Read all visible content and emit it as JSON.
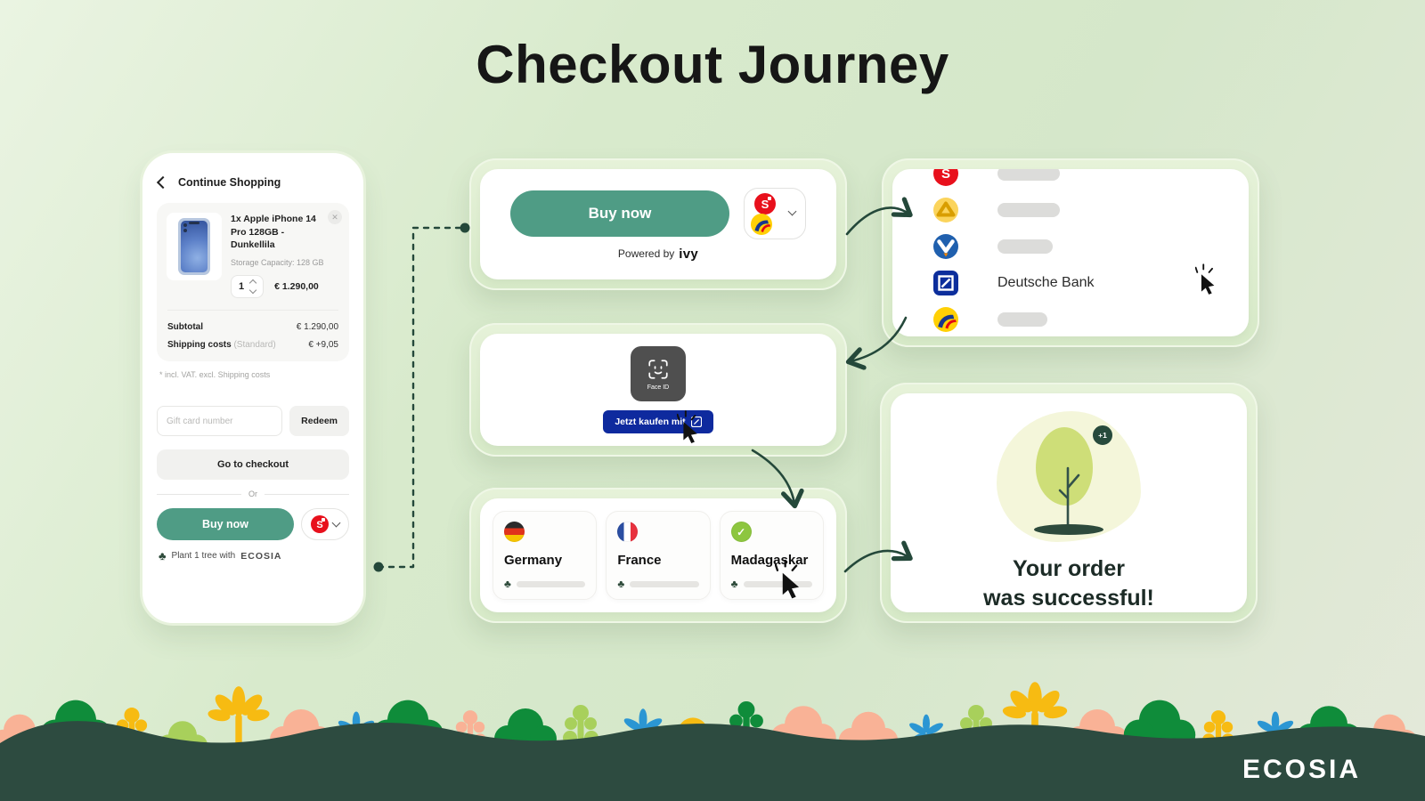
{
  "title": "Checkout Journey",
  "colors": {
    "accent_teal": "#4f9c85",
    "dark_green": "#24483a",
    "footer_green": "#2d4b40",
    "sparkasse_red": "#e8101c",
    "deutsche_bank_blue": "#0e2a9e"
  },
  "phone": {
    "back_label": "Continue Shopping",
    "cart": {
      "product_name": "1x Apple iPhone 14 Pro 128GB - Dunkellila",
      "storage": "Storage Capacity: 128 GB",
      "quantity": "1",
      "price": "€ 1.290,00"
    },
    "summary": {
      "subtotal_label": "Subtotal",
      "subtotal_value": "€ 1.290,00",
      "shipping_label": "Shipping costs",
      "shipping_note": "(Standard)",
      "shipping_value": "€ +9,05"
    },
    "vat_note": "* incl. VAT. excl. Shipping costs",
    "gift_card": {
      "placeholder": "Gift card number",
      "redeem_label": "Redeem"
    },
    "checkout_label": "Go to checkout",
    "or_label": "Or",
    "buy_now_label": "Buy now",
    "plant_note": "Plant 1 tree with",
    "ecosia_wordmark": "ECOSIA"
  },
  "buy_now_card": {
    "button_label": "Buy now",
    "powered_by_label": "Powered by",
    "brand_logo": "ivy"
  },
  "bank_card": {
    "rows": [
      {
        "bank": "Sparkasse"
      },
      {
        "bank": "Commerzbank"
      },
      {
        "bank": "Volksbank"
      },
      {
        "bank": "Deutsche Bank",
        "label": "Deutsche Bank"
      },
      {
        "bank": "Bank"
      }
    ]
  },
  "face_id_card": {
    "tile_label": "Face ID",
    "button_label": "Jetzt kaufen mit"
  },
  "countries_card": {
    "countries": [
      {
        "name": "Germany"
      },
      {
        "name": "France"
      },
      {
        "name": "Madagaskar"
      }
    ]
  },
  "success_card": {
    "tree_badge": "+1",
    "message_line1": "Your order",
    "message_line2": "was successful!"
  },
  "footer": {
    "wordmark": "ECOSIA"
  }
}
